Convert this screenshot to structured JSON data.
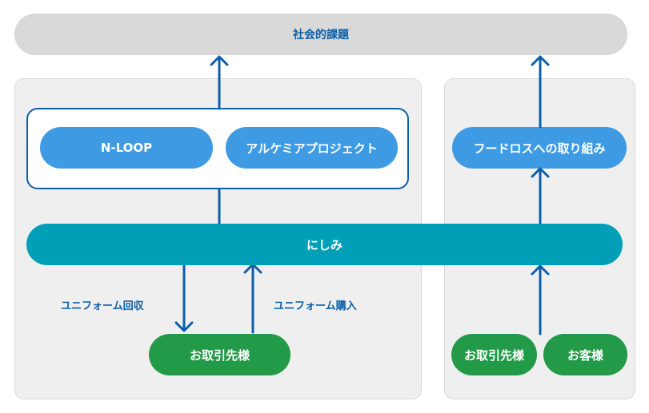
{
  "top": {
    "label": "社会的課題"
  },
  "left_group": {
    "items": [
      "N-LOOP",
      "アルケミアプロジェクト"
    ]
  },
  "right_top": {
    "label": "フードロスへの取り組み"
  },
  "center": {
    "label": "にしみ"
  },
  "labels": {
    "recovery": "ユニフォーム回収",
    "purchase": "ユニフォーム購入"
  },
  "bottom_left": {
    "label": "お取引先様"
  },
  "bottom_right": {
    "items": [
      "お取引先様",
      "お客様"
    ]
  },
  "colors": {
    "blue_pill": "#3e9be3",
    "green_pill": "#229a47",
    "teal_bar": "#009fb8",
    "arrow": "#0b5fa8",
    "panel": "#efefef"
  }
}
